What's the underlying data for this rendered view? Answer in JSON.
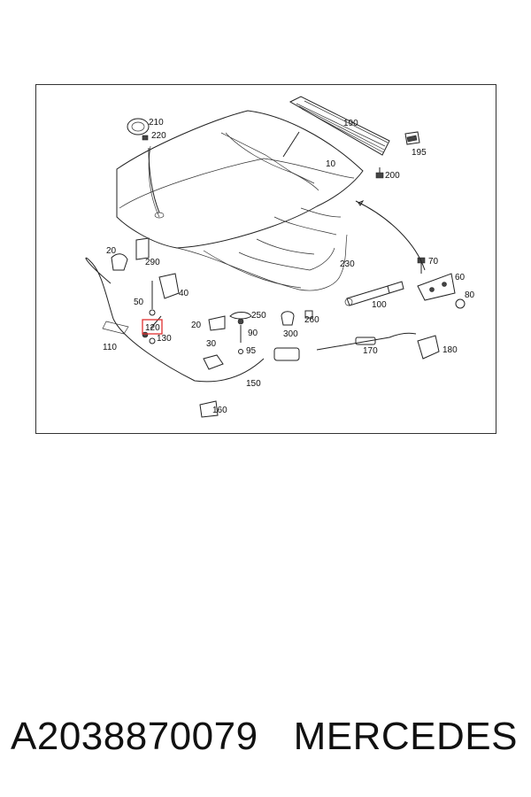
{
  "diagram": {
    "callouts": {
      "c10": "10",
      "c20a": "20",
      "c20b": "20",
      "c30": "30",
      "c40": "40",
      "c50": "50",
      "c60": "60",
      "c70": "70",
      "c80": "80",
      "c90": "90",
      "c95": "95",
      "c100": "100",
      "c110": "110",
      "c120": "120",
      "c130": "130",
      "c150": "150",
      "c160": "160",
      "c170": "170",
      "c180": "180",
      "c190": "190",
      "c195": "195",
      "c200": "200",
      "c210": "210",
      "c220": "220",
      "c230": "230",
      "c250": "250",
      "c260": "260",
      "c290": "290",
      "c300": "300"
    },
    "highlight_color": "#e03030",
    "highlighted_callout": "120"
  },
  "caption": {
    "part_number": "A2038870079",
    "brand": "MERCEDES"
  }
}
